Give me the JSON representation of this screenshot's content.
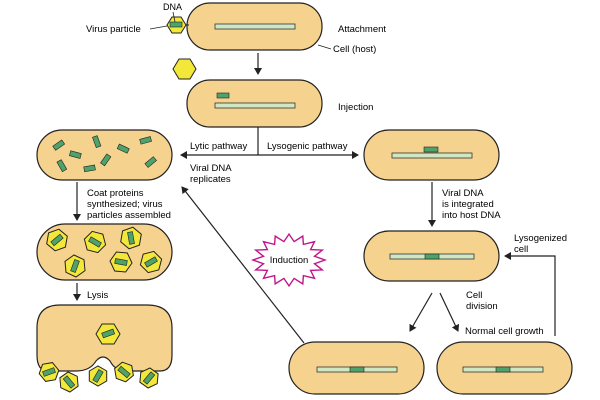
{
  "labels": {
    "dna": "DNA",
    "virus_particle": "Virus particle",
    "attachment": "Attachment",
    "cell_host": "Cell (host)",
    "injection": "Injection",
    "lytic_pathway": "Lytic pathway",
    "lysogenic_pathway": "Lysogenic pathway",
    "viral_dna_replicates": [
      "Viral DNA",
      "replicates"
    ],
    "coat_proteins": [
      "Coat proteins",
      "synthesized;  virus",
      "particles  assembled"
    ],
    "viral_dna_integrated": [
      "Viral DNA",
      "is integrated",
      "into host DNA"
    ],
    "lysogenized_cell": [
      "Lysogenized",
      "cell"
    ],
    "induction": "Induction",
    "lysis": "Lysis",
    "cell_division": [
      "Cell",
      "division"
    ],
    "normal_cell_growth": "Normal cell growth"
  },
  "colors": {
    "cell_fill": "#f6d28f",
    "cell_stroke": "#222222",
    "dna_fill": "#cfe8c4",
    "viral_dna": "#4da36a",
    "virus_fill": "#f3e83a",
    "induction_stroke": "#c0168a"
  }
}
